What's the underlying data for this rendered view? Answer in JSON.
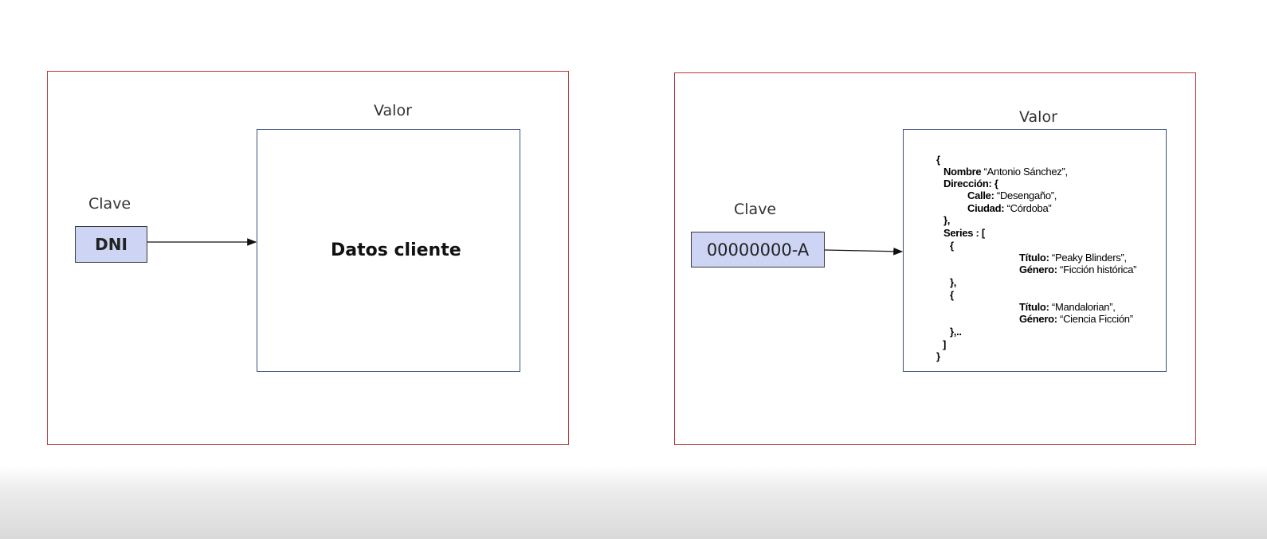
{
  "left": {
    "value_label": "Valor",
    "key_label": "Clave",
    "key": "DNI",
    "value_text": "Datos cliente"
  },
  "right": {
    "value_label": "Valor",
    "key_label": "Clave",
    "key": "00000000-A",
    "json_lines": [
      {
        "bold": "{",
        "text": ""
      },
      {
        "bold": "Nombre",
        "text": " “Antonio Sánchez”,"
      },
      {
        "bold": "Dirección: {",
        "text": ""
      },
      {
        "bold": "Calle:",
        "text": " “Desengaño”,"
      },
      {
        "bold": "Ciudad:",
        "text": " “Córdoba”"
      },
      {
        "bold": "},",
        "text": ""
      },
      {
        "bold": "Series : [",
        "text": ""
      },
      {
        "bold": "{",
        "text": ""
      },
      {
        "bold": "Título:",
        "text": " “Peaky Blinders”,"
      },
      {
        "bold": "Género:",
        "text": " “Ficción histórica”"
      },
      {
        "bold": "},",
        "text": ""
      },
      {
        "bold": "{",
        "text": ""
      },
      {
        "bold": "Título:",
        "text": " “Mandalorian”,"
      },
      {
        "bold": "Género:",
        "text": " “Ciencia Ficción”"
      },
      {
        "bold": "},..",
        "text": ""
      },
      {
        "bold": "]",
        "text": ""
      },
      {
        "bold": "}",
        "text": ""
      }
    ]
  },
  "colors": {
    "panel_border": "#b03a3a",
    "value_box_border": "#3c4f7a",
    "key_box_fill": "#cdd4f4"
  }
}
